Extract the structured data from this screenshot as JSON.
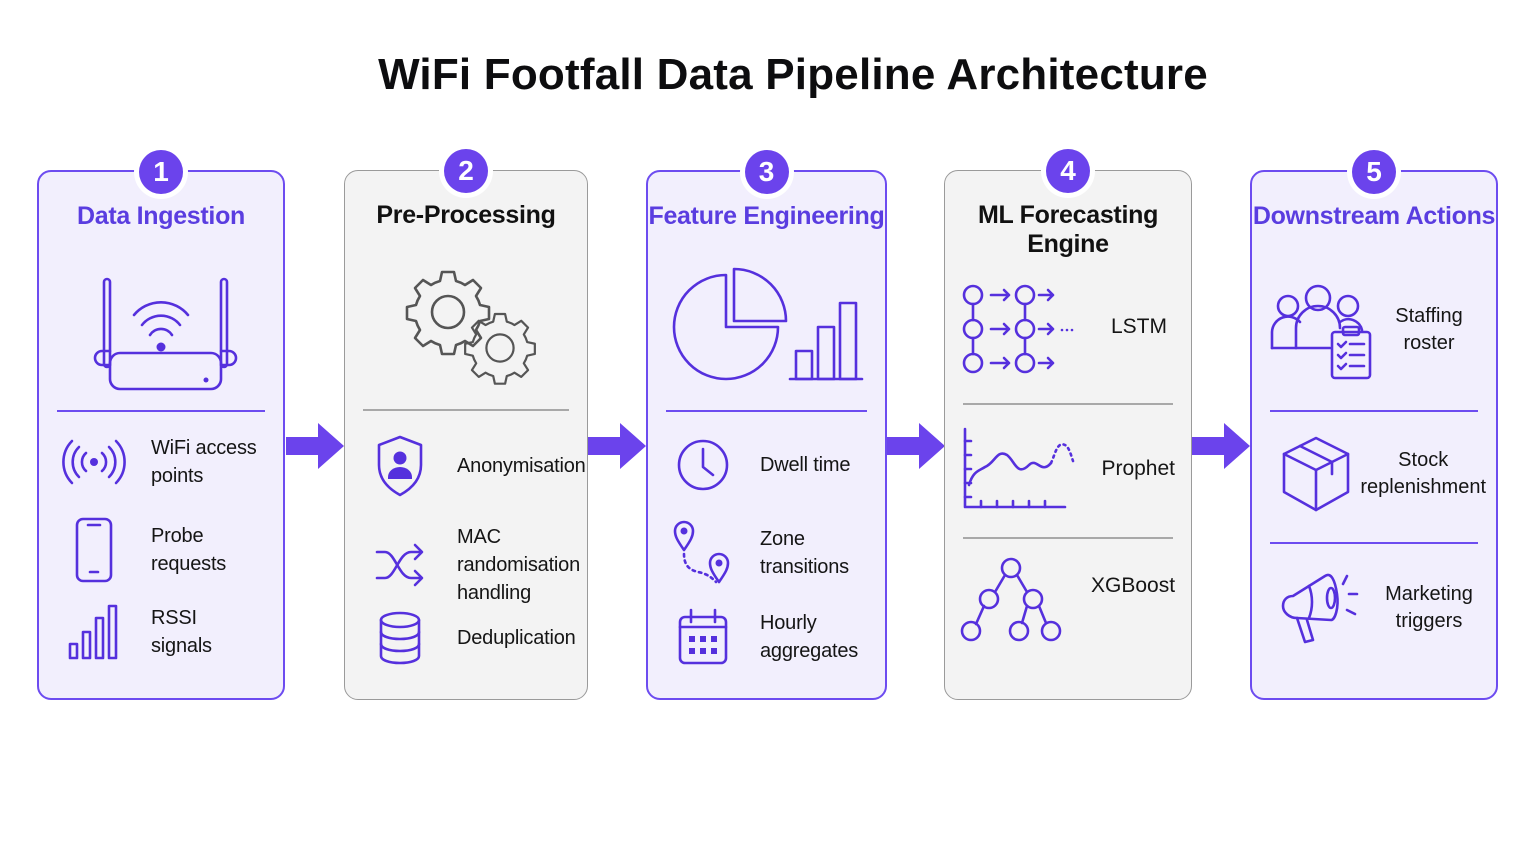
{
  "title": "WiFi Footfall Data Pipeline Architecture",
  "colors": {
    "accent": "#6b43ec",
    "accent_border": "#6d4cf0",
    "purple_card_bg": "#f2effd",
    "gray_card_bg": "#f3f3f3",
    "gray_border": "#9a9a9a"
  },
  "stages": [
    {
      "number": "1",
      "title": "Data Ingestion",
      "hero_icon": "wifi-router-icon",
      "items": [
        {
          "icon": "broadcast-signal-icon",
          "label_line1": "WiFi access",
          "label_line2": "points"
        },
        {
          "icon": "smartphone-icon",
          "label_line1": "Probe",
          "label_line2": "requests"
        },
        {
          "icon": "signal-bars-icon",
          "label_line1": "RSSI",
          "label_line2": "signals"
        }
      ]
    },
    {
      "number": "2",
      "title": "Pre-Processing",
      "hero_icon": "gears-icon",
      "items": [
        {
          "icon": "shield-user-icon",
          "label_line1": "Anonymisation",
          "label_line2": ""
        },
        {
          "icon": "shuffle-icon",
          "label_line1": "MAC randomisation",
          "label_line2": "handling"
        },
        {
          "icon": "database-icon",
          "label_line1": "Deduplication",
          "label_line2": ""
        }
      ]
    },
    {
      "number": "3",
      "title": "Feature Engineering",
      "hero_icon": "pie-bar-chart-icon",
      "items": [
        {
          "icon": "clock-icon",
          "label_line1": "Dwell time",
          "label_line2": ""
        },
        {
          "icon": "map-pins-route-icon",
          "label_line1": "Zone",
          "label_line2": "transitions"
        },
        {
          "icon": "calendar-icon",
          "label_line1": "Hourly",
          "label_line2": "aggregates"
        }
      ]
    },
    {
      "number": "4",
      "title": "ML Forecasting Engine",
      "items": [
        {
          "icon": "lstm-network-icon",
          "label": "LSTM"
        },
        {
          "icon": "time-series-chart-icon",
          "label": "Prophet"
        },
        {
          "icon": "decision-tree-icon",
          "label": "XGBoost"
        }
      ]
    },
    {
      "number": "5",
      "title": "Downstream Actions",
      "items": [
        {
          "icon": "team-clipboard-icon",
          "label_line1": "Staffing",
          "label_line2": "roster"
        },
        {
          "icon": "package-box-icon",
          "label_line1": "Stock",
          "label_line2": "replenishment"
        },
        {
          "icon": "megaphone-icon",
          "label_line1": "Marketing",
          "label_line2": "triggers"
        }
      ]
    }
  ]
}
